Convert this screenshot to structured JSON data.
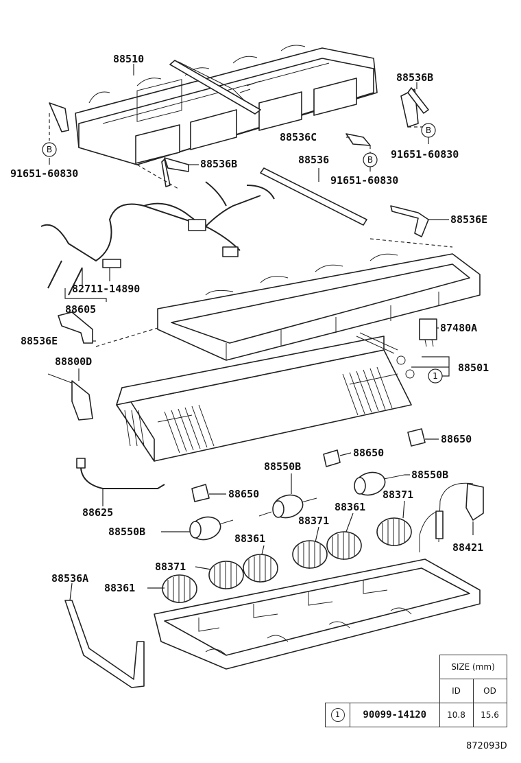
{
  "labels": {
    "p88510": "88510",
    "p88536b_top": "88536B",
    "p91651_left": "91651-60830",
    "p88536c": "88536C",
    "p91651_right": "91651-60830",
    "p88536b_mid": "88536B",
    "p88536": "88536",
    "p91651_mid": "91651-60830",
    "p88536e_right": "88536E",
    "p82711": "82711-14890",
    "p88605": "88605",
    "p87480a": "87480A",
    "p88536e_left": "88536E",
    "p88501": "88501",
    "p88800d": "88800D",
    "p88650_right": "88650",
    "p88650_mid": "88650",
    "p88550b_mid": "88550B",
    "p88550b_right": "88550B",
    "p88650_left": "88650",
    "p88371_right": "88371",
    "p88625": "88625",
    "p88361_right": "88361",
    "p88371_mid": "88371",
    "p88550b_left": "88550B",
    "p88361_mid": "88361",
    "p88421": "88421",
    "p88371_left": "88371",
    "p88536a": "88536A",
    "p88361_left": "88361"
  },
  "callouts": {
    "b": "B",
    "one": "1"
  },
  "size_table": {
    "header": "SIZE (mm)",
    "col_id": "ID",
    "col_od": "OD",
    "row": {
      "ref": "1",
      "part_no": "90099-14120",
      "id": "10.8",
      "od": "15.6"
    }
  },
  "reference_code": "872093D"
}
